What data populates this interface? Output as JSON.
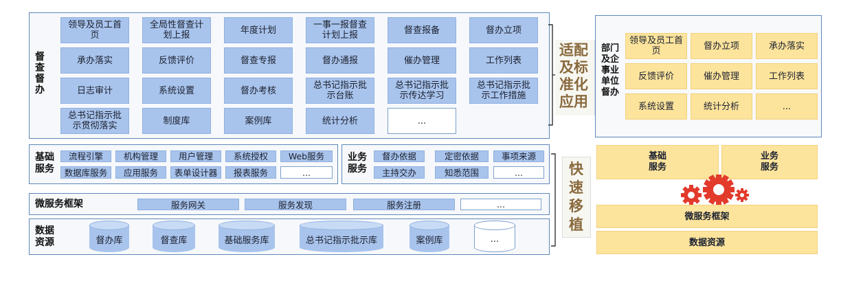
{
  "supervision": {
    "label": "督查督办",
    "items": [
      "领导及员工首页",
      "全局性督查计划上报",
      "年度计划",
      "一事一报督查计划上报",
      "督查报备",
      "督办立项",
      "承办落实",
      "反馈评价",
      "督查专报",
      "督办通报",
      "催办管理",
      "工作列表",
      "日志审计",
      "系统设置",
      "督办考核",
      "总书记指示批示台账",
      "总书记指示批示传达学习",
      "总书记指示批示工作措施",
      "总书记指示批示贯彻落实",
      "制度库",
      "案例库",
      "统计分析",
      "..."
    ]
  },
  "adapt_text": "适配及标准化应用",
  "migrate_text": "快速移植",
  "dept": {
    "label": "部门及企事业单位督办",
    "items": [
      "领导及员工首页",
      "督办立项",
      "承办落实",
      "反馈评价",
      "催办管理",
      "工作列表",
      "系统设置",
      "统计分析",
      "..."
    ]
  },
  "basic": {
    "label": "基础服务",
    "row1": [
      "流程引擎",
      "机构管理",
      "用户管理",
      "系统授权",
      "Web服务"
    ],
    "row2": [
      "数据库服务",
      "应用服务",
      "表单设计器",
      "报表服务",
      "..."
    ]
  },
  "business": {
    "label": "业务服务",
    "row1": [
      "督办依据",
      "定密依据",
      "事项来源"
    ],
    "row2": [
      "主持交办",
      "知悉范围",
      "..."
    ]
  },
  "micro": {
    "label": "微服务框架",
    "items": [
      "服务网关",
      "服务发现",
      "服务注册",
      "..."
    ]
  },
  "data": {
    "label": "数据资源",
    "items": [
      "督办库",
      "督查库",
      "基础服务库",
      "总书记指示批示库",
      "案例库",
      "..."
    ]
  },
  "right": {
    "basic": "基础服务",
    "business": "业务服务",
    "micro": "微服务框架",
    "data": "数据资源"
  },
  "colors": {
    "blue": "#a9c4ec",
    "border": "#5e86b8",
    "yellow": "#fde49c",
    "accent": "#8a6a3e"
  }
}
